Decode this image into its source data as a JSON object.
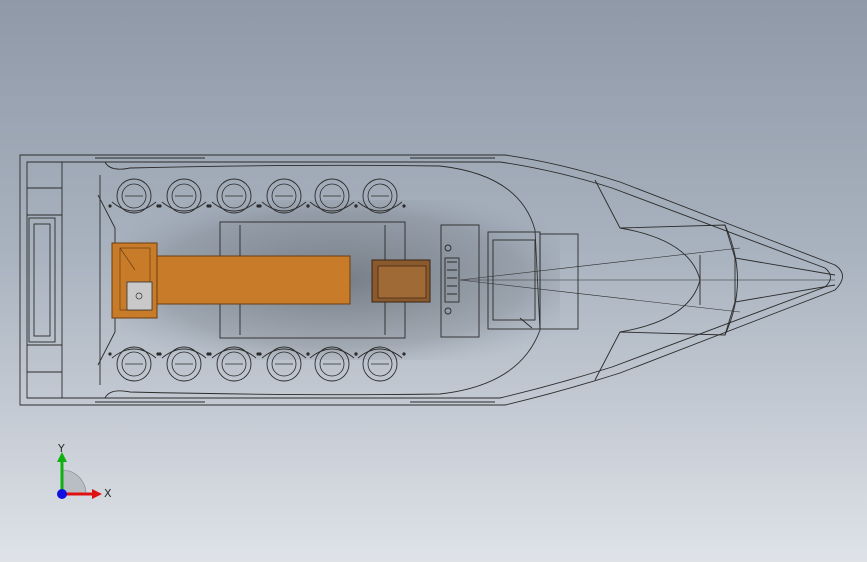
{
  "viewport": {
    "background_top": "#8f99a8",
    "background_bottom": "#dfe3e8"
  },
  "model": {
    "line_color": "#2b2b2b",
    "table_color": "#c87c2a",
    "table_edge_color": "#6b3d10",
    "chair_color": "#8a5a2e",
    "seat_rows": [
      6,
      6
    ]
  },
  "triad": {
    "x_label": "X",
    "y_label": "Y",
    "x_color": "#e01010",
    "y_color": "#10b010",
    "z_color": "#1010e0"
  }
}
